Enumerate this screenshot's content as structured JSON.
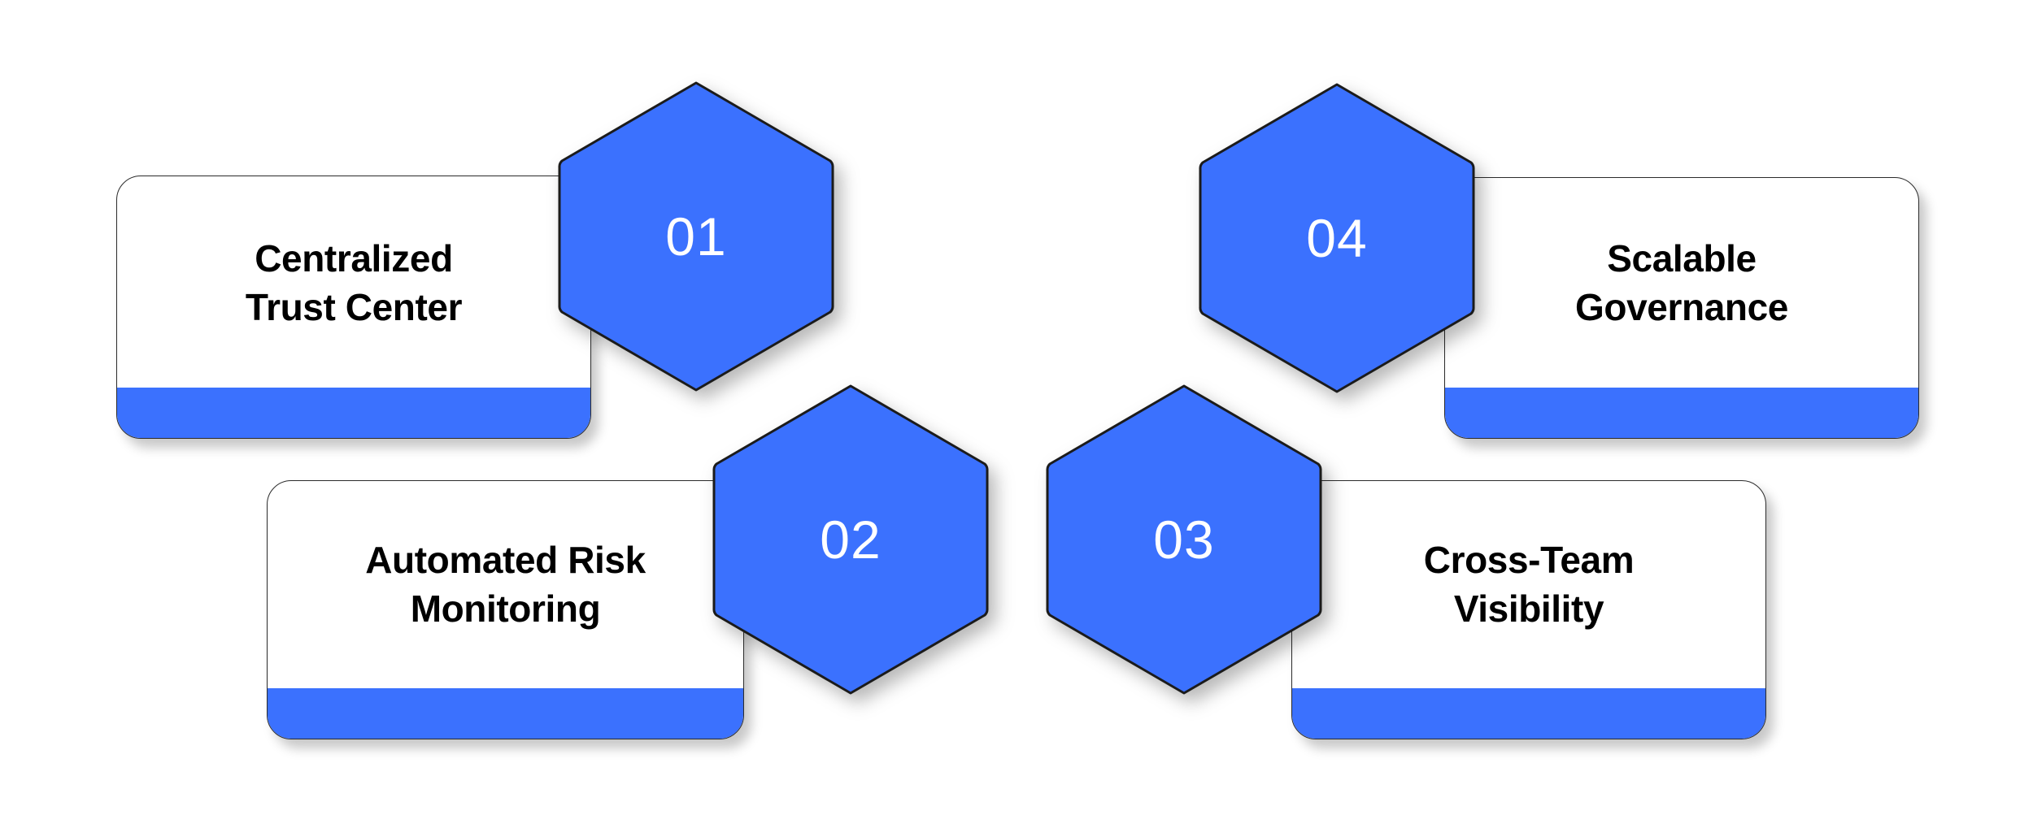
{
  "diagram": {
    "title": "Four-step hexagon process diagram",
    "accent_color": "#3b71fe",
    "card_border_color": "#2b2b2b",
    "card_background": "#ffffff",
    "number_text_color": "#ffffff",
    "label_text_color": "#000000",
    "steps": [
      {
        "number": "01",
        "label": "Centralized\nTrust Center",
        "card_side": "left",
        "row": 1
      },
      {
        "number": "02",
        "label": "Automated Risk\nMonitoring",
        "card_side": "left",
        "row": 2
      },
      {
        "number": "03",
        "label": "Cross-Team\nVisibility",
        "card_side": "right",
        "row": 2
      },
      {
        "number": "04",
        "label": "Scalable\nGovernance",
        "card_side": "right",
        "row": 1
      }
    ]
  }
}
